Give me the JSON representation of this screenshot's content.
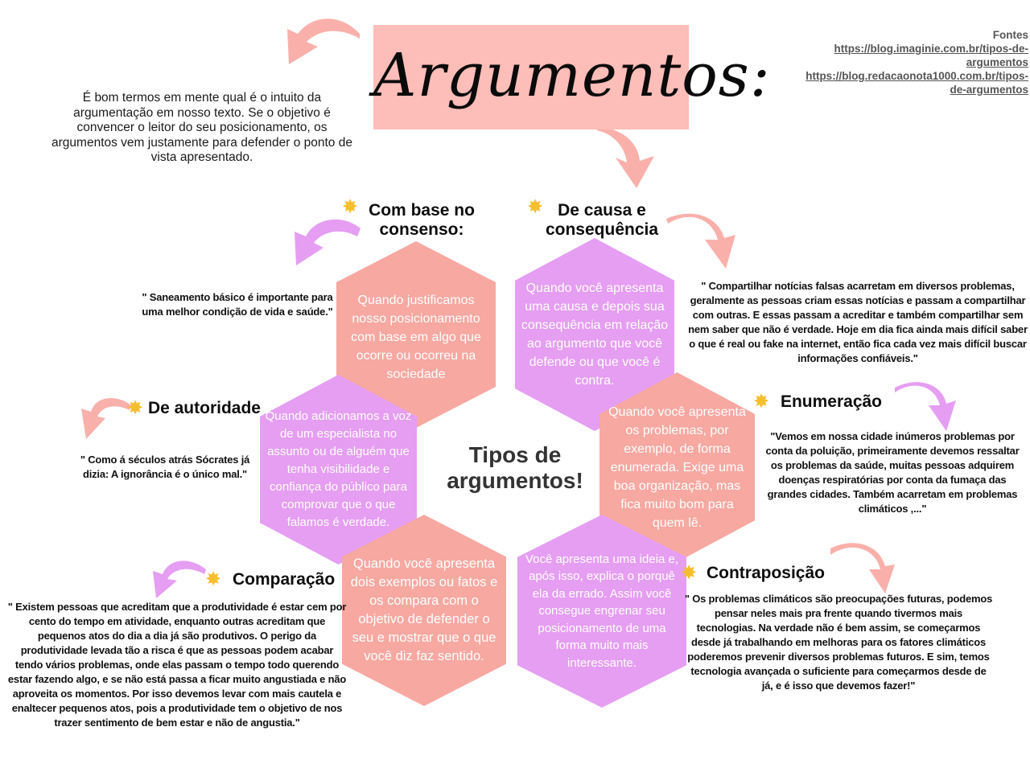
{
  "header": {
    "title": "Argumentos:",
    "intro": "É bom termos em mente qual é o intuito da argumentação em nosso texto.  Se o objetivo é convencer o leitor do seu posicionamento, os argumentos vem justamente para defender o ponto de vista apresentado."
  },
  "sources": {
    "title": "Fontes",
    "links": [
      "https://blog.imaginie.com.br/tipos-de-argumentos",
      "https://blog.redacaonota1000.com.br/tipos-de-argumentos"
    ]
  },
  "center_title": "Tipos de argumentos!",
  "colors": {
    "salmon": "#f7a8a1",
    "purple": "#e59ef2",
    "title_bg": "#fdbdb8",
    "star": "#f5be2c",
    "arrow_pink": "#f9b0ab",
    "arrow_purple": "#e59ef2"
  },
  "types": [
    {
      "heading": "Com base no consenso:",
      "description": "Quando justificamos nosso posicionamento com base em algo que ocorre ou ocorreu na sociedade",
      "example": "\" Saneamento básico é importante para uma melhor condição de vida e saúde.\""
    },
    {
      "heading": "De causa e consequência",
      "description": "Quando você apresenta uma causa e depois sua consequência em relação ao argumento que você defende ou que você é contra.",
      "example": "\" Compartilhar notícias falsas acarretam em diversos problemas, geralmente as pessoas criam essas notícias e passam a compartilhar com outras. E essas passam a acreditar e também compartilhar sem nem saber que não é verdade. Hoje em dia fica ainda mais difícil saber o que é real ou fake na internet, então fica cada vez mais difícil buscar informações confiáveis.\""
    },
    {
      "heading": "De autoridade",
      "description": "Quando adicionamos  a voz de um especialista no assunto ou de alguém que tenha visibilidade e confiança  do público para comprovar que o que falamos é verdade.",
      "example": "\" Como á séculos atrás Sócrates já dizia: A ignorância é o único mal.\""
    },
    {
      "heading": "Enumeração",
      "description": "Quando você apresenta os problemas, por exemplo, de forma enumerada. Exige uma boa organização, mas fica muito bom para quem lê.",
      "example": "\"Vemos em nossa cidade inúmeros problemas por conta da poluição, primeiramente devemos ressaltar os problemas da saúde, muitas pessoas adquirem doenças respiratórias por conta da fumaça das grandes cidades. Também acarretam em problemas climáticos ,...\""
    },
    {
      "heading": "Comparação",
      "description": "Quando você apresenta dois exemplos ou fatos e os compara com o objetivo de defender o seu e mostrar que o que você diz faz sentido.",
      "example": "\" Existem pessoas que acreditam que a produtividade é estar cem por cento do tempo em atividade, enquanto outras acreditam que pequenos atos do dia a dia já são produtivos. O perigo da produtividade levada tão a risca é que as pessoas podem acabar tendo vários problemas, onde elas passam o tempo todo querendo estar fazendo algo, e se não está passa a ficar muito angustiada e não aproveita os momentos. Por isso devemos levar com mais cautela e enaltecer pequenos atos, pois a produtividade tem o objetivo de nos trazer sentimento de bem estar e não de angustia.\""
    },
    {
      "heading": "Contraposição",
      "description": "Você apresenta uma ideia e, após isso, explica o porquê ela da errado. Assim você consegue engrenar seu posicionamento de uma forma muito mais interessante.",
      "example": "\" Os problemas climáticos são preocupações futuras, podemos pensar neles mais pra frente quando tivermos mais tecnologias. Na verdade não é bem assim, se começarmos desde já trabalhando em melhoras para os fatores climáticos poderemos prevenir diversos problemas futuros. E sim, temos tecnologia avançada o suficiente para começarmos desde de já, e é isso que devemos fazer!\""
    }
  ],
  "icons": {
    "star": "✸"
  }
}
